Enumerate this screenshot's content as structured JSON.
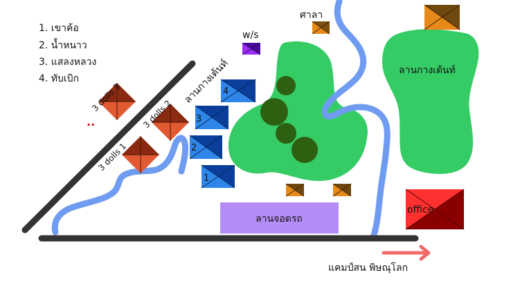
{
  "legend": {
    "items": [
      "1. เขาค้อ",
      "2. น้ำหนาว",
      "3. แสลงหลวง",
      "4. ทับเบิก"
    ]
  },
  "labels": {
    "sala": "ศาลา",
    "ws": "w/s",
    "camp_area_right": "ลานกางเต้นท์",
    "camp_area_diagonal": "ลานกางเต้นท์",
    "parking": "ลานจอดรถ",
    "office": "office",
    "direction": "แคมป์สน พิษณุโลก",
    "dots": "..",
    "dolls_1": "3 dolls 1",
    "dolls_2": "3 dolls 2",
    "dolls_3": "3 dolls 3"
  },
  "tents": [
    {
      "id": "4",
      "label": "4"
    },
    {
      "id": "3",
      "label": "3"
    },
    {
      "id": "2",
      "label": "2"
    },
    {
      "id": "1",
      "label": "1"
    }
  ],
  "colors": {
    "road": "#333333",
    "river": "#6f9cf0",
    "green_area": "#35cc66",
    "tree": "#2e6012",
    "parking": "#b48cf5",
    "office_light": "#ff3030",
    "office_dark": "#8a0000",
    "tent_light": "#2f86e8",
    "tent_dark": "#0a3e9a",
    "hut_light": "#e88a1a",
    "hut_dark": "#6f4810",
    "dolls_light": "#e25a32",
    "dolls_dark": "#8a2a10",
    "ws_light": "#9b2ef5",
    "ws_dark": "#4a0a9a",
    "arrow": "#f06a6a"
  }
}
